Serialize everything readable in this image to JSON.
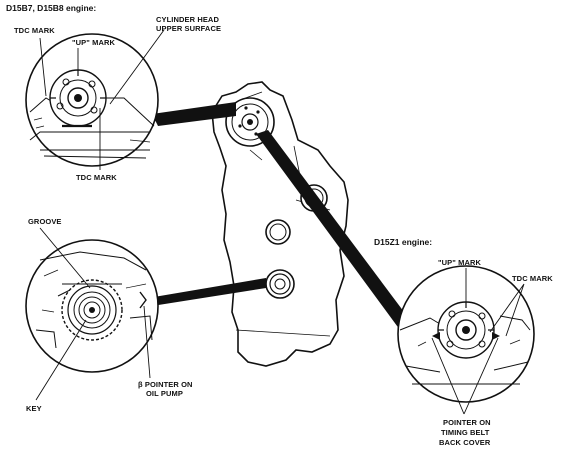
{
  "headers": {
    "top_left": "D15B7, D15B8 engine:",
    "right": "D15Z1 engine:"
  },
  "labels": {
    "tdc_mark_top": "TDC MARK",
    "up_mark_top": "\"UP\" MARK",
    "cyl_head_line1": "CYLINDER HEAD",
    "cyl_head_line2": "UPPER SURFACE",
    "tdc_mark_bottom": "TDC MARK",
    "groove": "GROOVE",
    "pointer_pump_line1": "β POINTER ON",
    "pointer_pump_line2": "OIL PUMP",
    "key": "KEY",
    "up_mark_right": "\"UP\" MARK",
    "tdc_mark_right": "TDC MARK",
    "pointer_belt_line1": "POINTER ON",
    "pointer_belt_line2": "TIMING BELT",
    "pointer_belt_line3": "BACK COVER"
  }
}
